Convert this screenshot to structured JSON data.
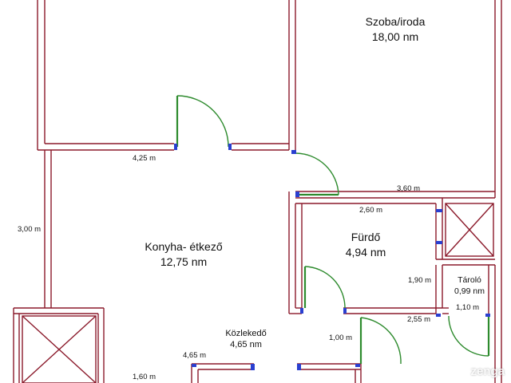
{
  "plan": {
    "wall_color": "#8b1a2b",
    "door_color": "#2e8b2e",
    "window_color": "#2a3fd0"
  },
  "rooms": {
    "szoba": {
      "name": "Szoba/iroda",
      "area": "18,00 nm"
    },
    "konyha": {
      "name": "Konyha- étkező",
      "area": "12,75 nm"
    },
    "furdo": {
      "name": "Fürdő",
      "area": "4,94 nm"
    },
    "tarolo": {
      "name": "Tároló",
      "area": "0,99 nm"
    },
    "kozlekedo": {
      "name": "Közlekedő",
      "area": "4,65 nm"
    }
  },
  "dimensions": {
    "d_425": "4,25 m",
    "d_360": "3,60 m",
    "d_260": "2,60 m",
    "d_300": "3,00 m",
    "d_190": "1,90 m",
    "d_255": "2,55 m",
    "d_110": "1,10 m",
    "d_100": "1,00 m",
    "d_465": "4,65 m",
    "d_160": "1,60 m"
  },
  "watermark": {
    "text": "zenga",
    "icon": "zenga-logo-icon"
  }
}
